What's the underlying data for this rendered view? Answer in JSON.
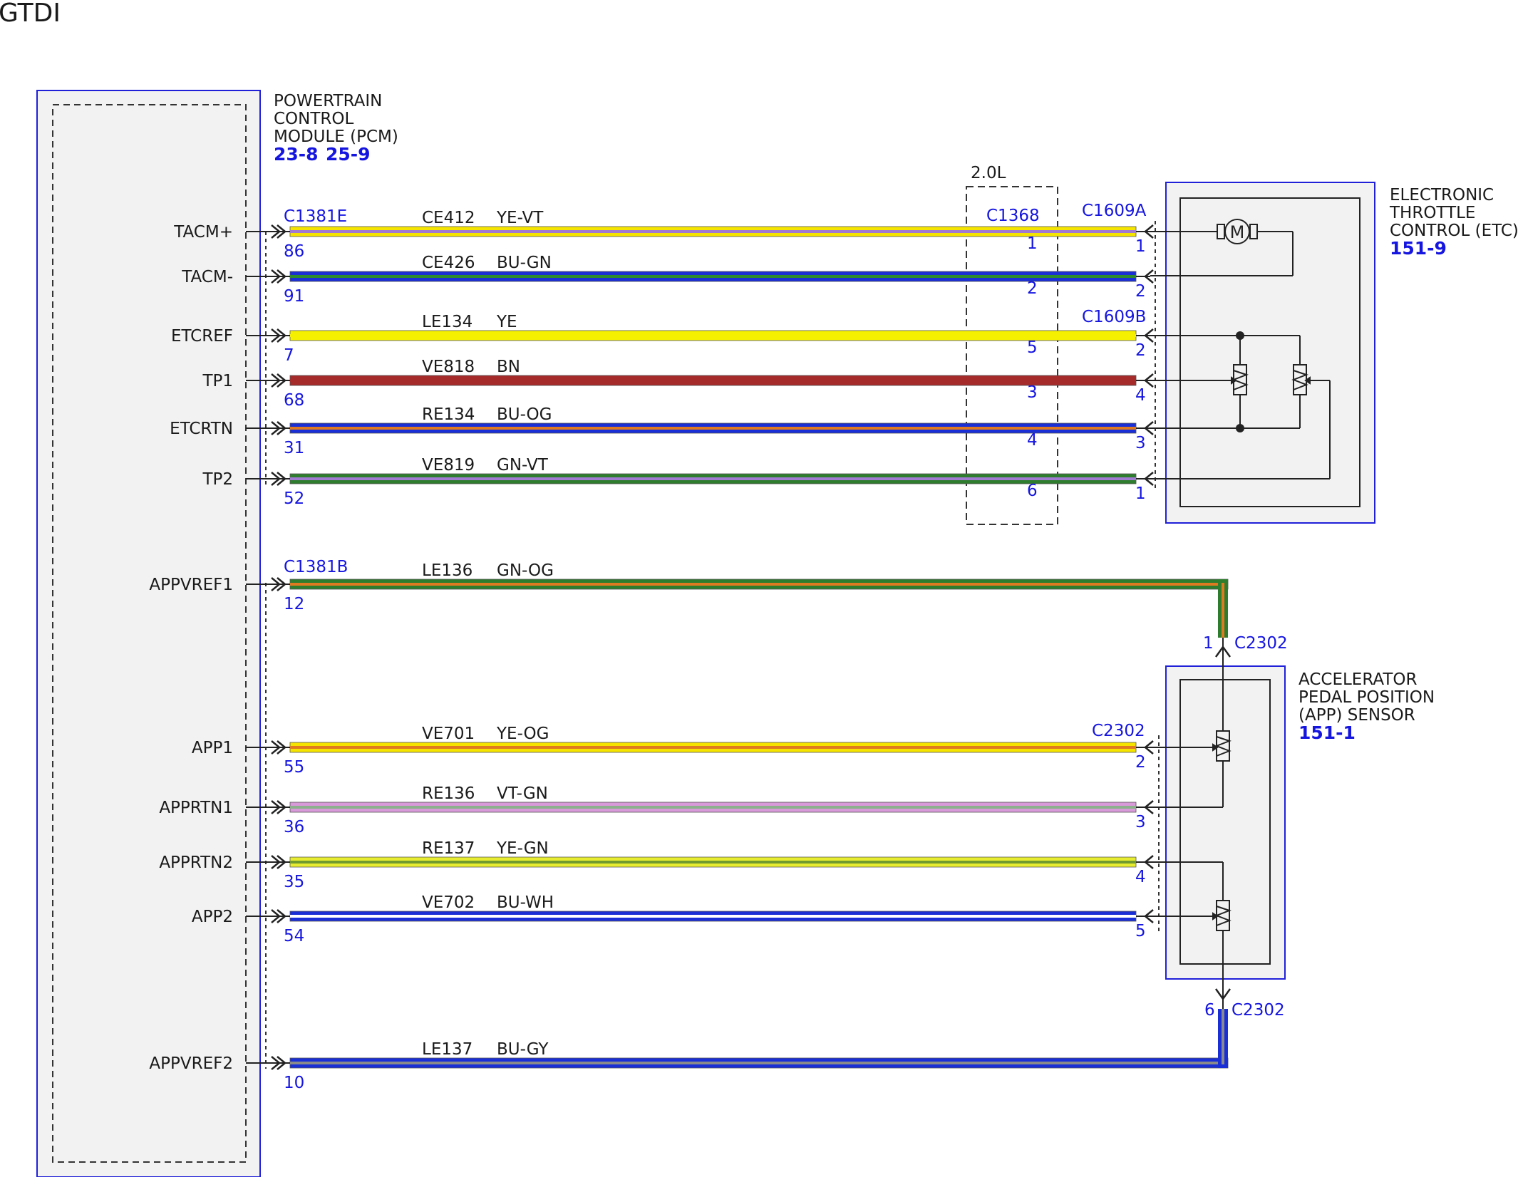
{
  "title": "GTDI",
  "pcm": {
    "name_lines": [
      "POWERTRAIN",
      "CONTROL",
      "MODULE (PCM)"
    ],
    "refs": [
      "23-8",
      "25-9"
    ],
    "connectors": [
      "C1381E",
      "C1381B"
    ]
  },
  "inline_connector": {
    "name": "C1368",
    "label": "2.0L"
  },
  "etc": {
    "name_lines": [
      "ELECTRONIC",
      "THROTTLE",
      "CONTROL (ETC)"
    ],
    "ref": "151-9",
    "connectors": [
      "C1609A",
      "C1609B"
    ],
    "motor_symbol": "M"
  },
  "app": {
    "name_lines": [
      "ACCELERATOR",
      "PEDAL POSITION",
      "(APP) SENSOR"
    ],
    "ref": "151-1",
    "connector": "C2302",
    "pins_top": "1",
    "pins_bottom": "6"
  },
  "wires": [
    {
      "signal": "TACM+",
      "pcm_pin": "86",
      "circuit": "CE412",
      "color_code": "YE-VT",
      "c1368_pin": "1",
      "far_pin": "1",
      "colors": [
        "#f5e400",
        "#a07ad0"
      ]
    },
    {
      "signal": "TACM-",
      "pcm_pin": "91",
      "circuit": "CE426",
      "color_code": "BU-GN",
      "c1368_pin": "2",
      "far_pin": "2",
      "colors": [
        "#1a2fd6",
        "#2e8a2e"
      ]
    },
    {
      "signal": "ETCREF",
      "pcm_pin": "7",
      "circuit": "LE134",
      "color_code": "YE",
      "c1368_pin": "5",
      "far_pin": "2",
      "colors": [
        "#f5f000",
        "#f5f000"
      ]
    },
    {
      "signal": "TP1",
      "pcm_pin": "68",
      "circuit": "VE818",
      "color_code": "BN",
      "c1368_pin": "3",
      "far_pin": "4",
      "colors": [
        "#a52a2a",
        "#a52a2a"
      ]
    },
    {
      "signal": "ETCRTN",
      "pcm_pin": "31",
      "circuit": "RE134",
      "color_code": "BU-OG",
      "c1368_pin": "4",
      "far_pin": "3",
      "colors": [
        "#1a2fd6",
        "#e07a20"
      ]
    },
    {
      "signal": "TP2",
      "pcm_pin": "52",
      "circuit": "VE819",
      "color_code": "GN-VT",
      "c1368_pin": "6",
      "far_pin": "1",
      "colors": [
        "#2e7d2e",
        "#a07ad0"
      ]
    },
    {
      "signal": "APPVREF1",
      "pcm_pin": "12",
      "circuit": "LE136",
      "color_code": "GN-OG",
      "c1368_pin": "",
      "far_pin": "",
      "colors": [
        "#2e7d2e",
        "#e07a20"
      ]
    },
    {
      "signal": "APP1",
      "pcm_pin": "55",
      "circuit": "VE701",
      "color_code": "YE-OG",
      "c1368_pin": "",
      "far_pin": "2",
      "colors": [
        "#f5e400",
        "#e07a20"
      ]
    },
    {
      "signal": "APPRTN1",
      "pcm_pin": "36",
      "circuit": "RE136",
      "color_code": "VT-GN",
      "c1368_pin": "",
      "far_pin": "3",
      "colors": [
        "#d89ad8",
        "#8bb08b"
      ]
    },
    {
      "signal": "APPRTN2",
      "pcm_pin": "35",
      "circuit": "RE137",
      "color_code": "YE-GN",
      "c1368_pin": "",
      "far_pin": "4",
      "colors": [
        "#e8ec30",
        "#6e9a2e"
      ]
    },
    {
      "signal": "APP2",
      "pcm_pin": "54",
      "circuit": "VE702",
      "color_code": "BU-WH",
      "c1368_pin": "",
      "far_pin": "5",
      "colors": [
        "#1a2fd6",
        "#ffffff"
      ]
    },
    {
      "signal": "APPVREF2",
      "pcm_pin": "10",
      "circuit": "LE137",
      "color_code": "BU-GY",
      "c1368_pin": "",
      "far_pin": "",
      "colors": [
        "#1a2fd6",
        "#8a8a8a"
      ]
    }
  ]
}
